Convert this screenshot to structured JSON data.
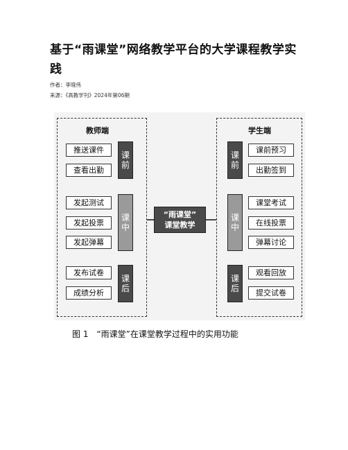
{
  "article": {
    "title": "基于“雨课堂”网络教学平台的大学课程教学实践",
    "author": "作者：李晓伟",
    "source": "来源：《高教学刊》2024年第06期"
  },
  "figure": {
    "teacher_group": "教师端",
    "student_group": "学生端",
    "center": [
      "“雨课堂”",
      "课堂教学"
    ],
    "phases": [
      "课前",
      "课中",
      "课后"
    ],
    "teacher_items": [
      "推送课件",
      "查看出勤",
      "发起测试",
      "发起投票",
      "发起弹幕",
      "发布试卷",
      "成绩分析"
    ],
    "student_items": [
      "课前预习",
      "出勤签到",
      "课堂考试",
      "在线投票",
      "弹幕讨论",
      "观看回放",
      "提交试卷"
    ],
    "caption": "图 1　“雨课堂”在课堂教学过程中的实用功能"
  }
}
